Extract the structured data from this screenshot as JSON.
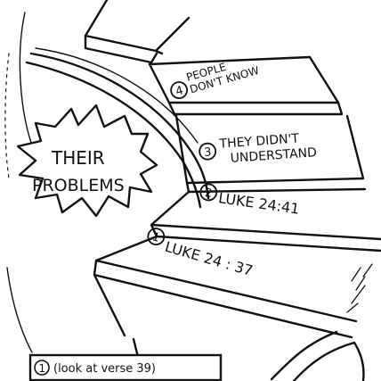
{
  "burst": {
    "line1": "THEIR",
    "line2": "PROBLEMS"
  },
  "steps": [
    {
      "number": "1",
      "label": "LUKE 24 : 37"
    },
    {
      "number": "2",
      "label": "LUKE 24:41"
    },
    {
      "number": "3",
      "line1": "THEY DIDN'T",
      "line2": "UNDERSTAND"
    },
    {
      "number": "4",
      "line1": "PEOPLE",
      "line2": "DON'T KNOW"
    }
  ],
  "note": {
    "number": "1",
    "text": "(look at verse 39)"
  }
}
